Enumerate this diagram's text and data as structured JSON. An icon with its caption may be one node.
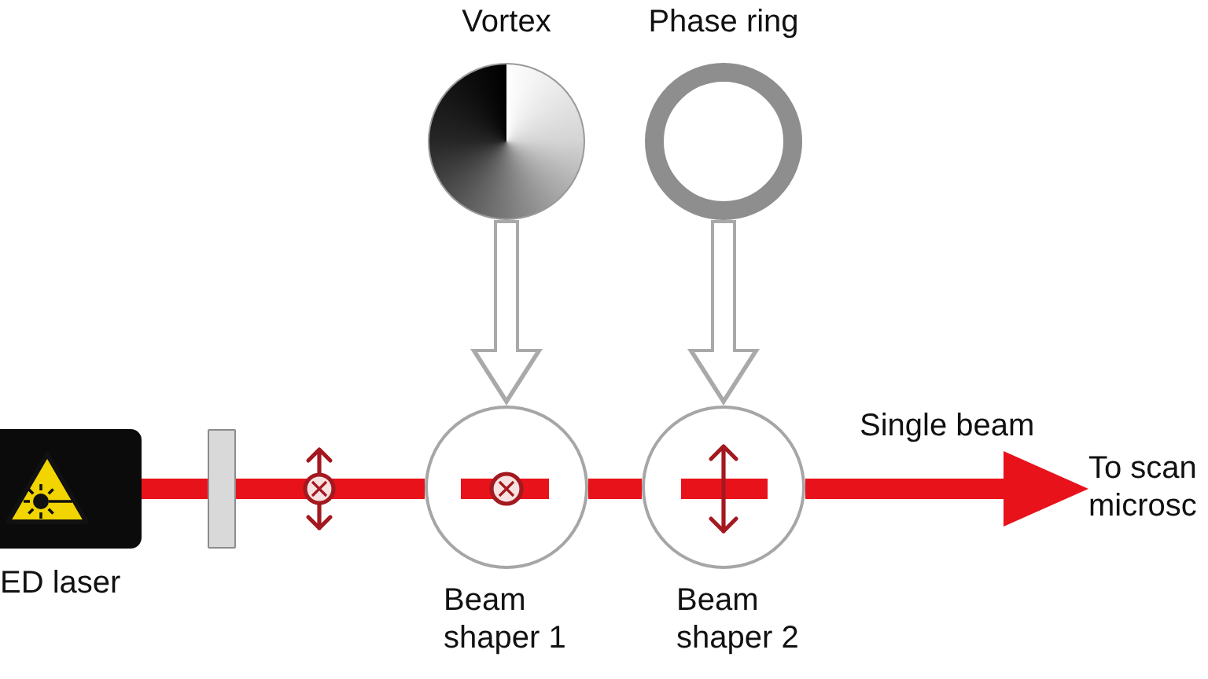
{
  "diagram": {
    "nodes": [
      {
        "text": [
          "Vortex"
        ]
      },
      {
        "text": [
          "Phase ring"
        ]
      },
      {
        "text": [],
        "shape": "box",
        "beside": [
          "ED laser"
        ]
      },
      {
        "text": [],
        "shape": "bar"
      },
      {
        "text": [
          "Beam shaper 1"
        ]
      },
      {
        "text": [
          "Beam shaper 2"
        ]
      },
      {
        "text": [
          "To scan microsc"
        ]
      }
    ],
    "edges": [
      {
        "from": 0,
        "to": 4,
        "arrow": "to",
        "color": "#a9a9a9"
      },
      {
        "from": 1,
        "to": 5,
        "arrow": "to",
        "color": "#a9a9a9"
      },
      {
        "from": 2,
        "to": 3,
        "arrow": "none"
      },
      {
        "from": 3,
        "to": 4,
        "arrow": "none"
      },
      {
        "from": 4,
        "to": 5,
        "arrow": "none"
      },
      {
        "from": 5,
        "to": 6,
        "arrow": "to",
        "label": "Single beam"
      }
    ]
  }
}
